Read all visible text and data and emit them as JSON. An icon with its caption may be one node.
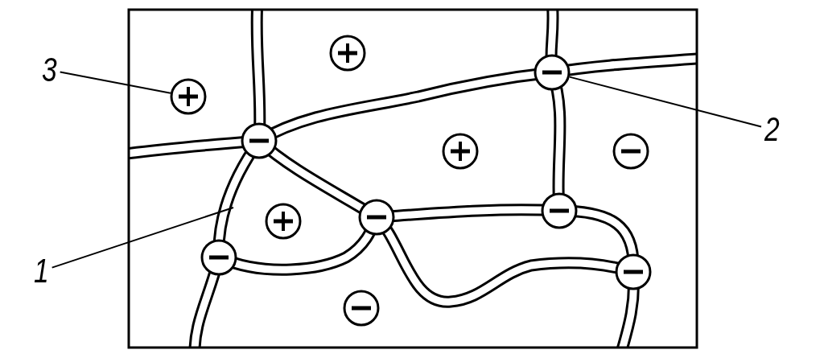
{
  "diagram": {
    "nodes": [
      {
        "text": [
          "3"
        ]
      },
      {
        "text": [],
        "shape": "circle"
      },
      {
        "text": [
          "2"
        ]
      },
      {
        "text": [],
        "shape": "circle"
      },
      {
        "text": [
          "1"
        ]
      }
    ],
    "edges": [
      {
        "from": 0,
        "to": 1,
        "arrow": "none"
      },
      {
        "from": 2,
        "to": 3,
        "arrow": "none"
      },
      {
        "from": 4,
        "to": null,
        "arrow": "none"
      }
    ]
  }
}
